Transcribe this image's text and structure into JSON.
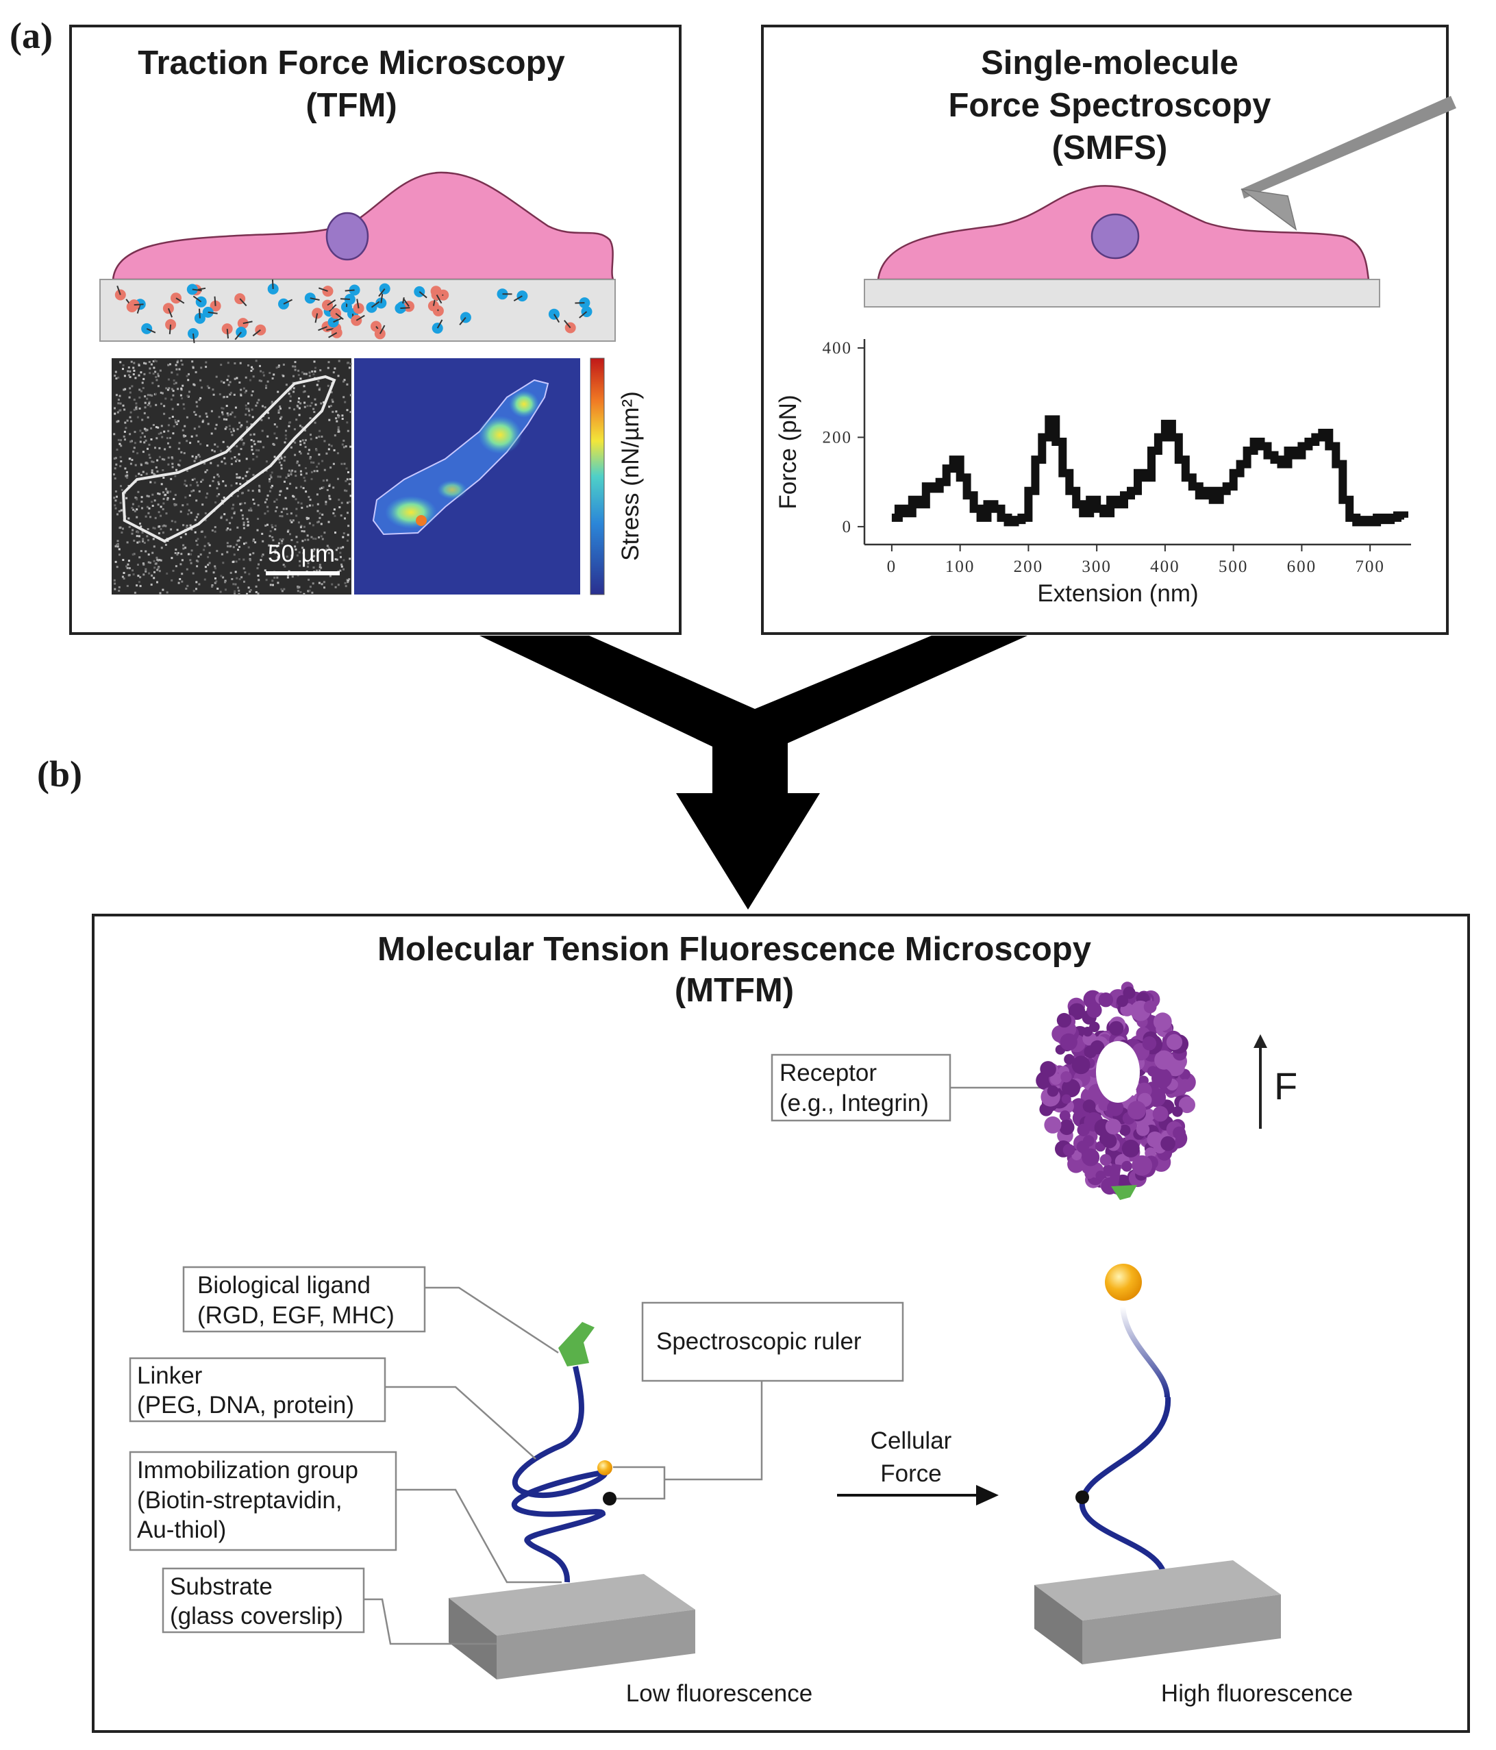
{
  "panel_a": {
    "label": "(a)",
    "tfm": {
      "title_line1": "Traction Force Microscopy",
      "title_line2": "(TFM)",
      "scalebar": "50 µm",
      "colorbar_label": "Stress (nN/µm²)"
    },
    "smfs": {
      "title_line1": "Single-molecule",
      "title_line2": "Force Spectroscopy",
      "title_line3": "(SMFS)"
    }
  },
  "panel_b": {
    "label": "(b)",
    "title_line1": "Molecular Tension Fluorescence Microscopy",
    "title_line2": "(MTFM)",
    "labels": {
      "receptor_1": "Receptor",
      "receptor_2": "(e.g., Integrin)",
      "force": "F",
      "ligand_1": "Biological ligand",
      "ligand_2": "(RGD, EGF, MHC)",
      "linker_1": "Linker",
      "linker_2": "(PEG, DNA, protein)",
      "immob_1": "Immobilization group",
      "immob_2": "(Biotin-streptavidin,",
      "immob_3": "Au-thiol)",
      "substrate_1": "Substrate",
      "substrate_2": "(glass coverslip)",
      "ruler": "Spectroscopic ruler",
      "cellular_1": "Cellular",
      "cellular_2": "Force",
      "low": "Low fluorescence",
      "high": "High fluorescence"
    }
  },
  "colors": {
    "cell": "#f090c0",
    "nucleus": "#9b78c8",
    "stress_low": "#2c3898",
    "linker": "#1e2a8c",
    "ligand": "#5ab14a",
    "fluorophore": "#f6b21b",
    "receptor": "#8a3ea0"
  },
  "chart_data": {
    "type": "line",
    "xlabel": "Extension (nm)",
    "ylabel": "Force (pN)",
    "xlim": [
      -40,
      760
    ],
    "ylim": [
      -40,
      420
    ],
    "xticks": [
      0,
      100,
      200,
      300,
      400,
      500,
      600,
      700
    ],
    "yticks": [
      0,
      200,
      400
    ],
    "series": [
      {
        "x": [
          0,
          10,
          20,
          30,
          40,
          50,
          60,
          70,
          80,
          90,
          100,
          110,
          120,
          130,
          140,
          150,
          160,
          170,
          180,
          190,
          200,
          210,
          220,
          230,
          240,
          250,
          260,
          270,
          280,
          290,
          300,
          310,
          320,
          330,
          340,
          350,
          360,
          370,
          380,
          390,
          400,
          410,
          420,
          430,
          440,
          450,
          460,
          470,
          480,
          490,
          500,
          510,
          520,
          530,
          540,
          550,
          560,
          570,
          580,
          590,
          600,
          610,
          620,
          630,
          640,
          650,
          660,
          670,
          680,
          690,
          700,
          710,
          720,
          730,
          740,
          750
        ],
        "values": [
          20,
          40,
          30,
          60,
          50,
          90,
          85,
          100,
          130,
          150,
          110,
          70,
          40,
          20,
          50,
          40,
          20,
          10,
          15,
          20,
          80,
          150,
          200,
          240,
          190,
          120,
          80,
          50,
          30,
          60,
          40,
          30,
          60,
          50,
          70,
          80,
          120,
          110,
          170,
          200,
          230,
          200,
          150,
          110,
          90,
          70,
          80,
          60,
          80,
          90,
          120,
          140,
          170,
          190,
          180,
          160,
          150,
          140,
          170,
          160,
          180,
          190,
          200,
          210,
          180,
          140,
          60,
          20,
          10,
          15,
          10,
          20,
          15,
          20,
          25,
          20
        ]
      }
    ]
  }
}
